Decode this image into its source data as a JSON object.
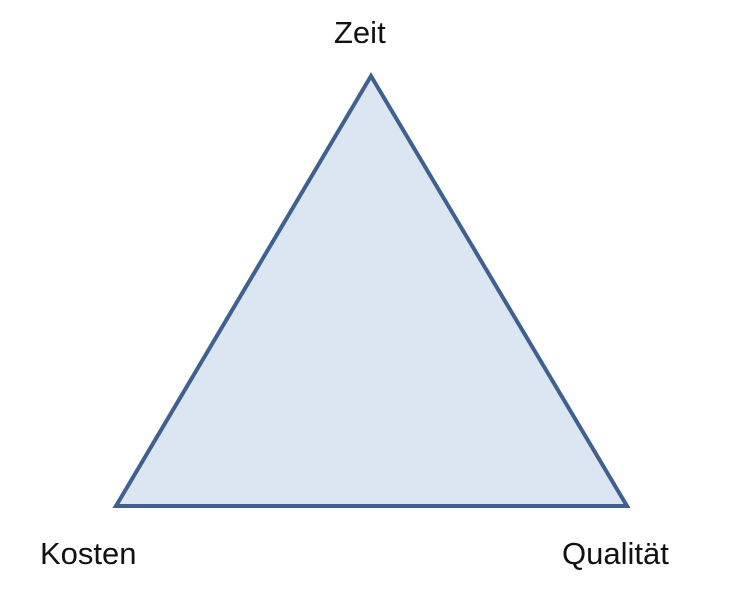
{
  "diagram": {
    "title": "Magisches Dreieck",
    "vertices": {
      "top": "Zeit",
      "bottom_left": "Kosten",
      "bottom_right": "Qualität"
    },
    "colors": {
      "fill": "#dce6f2",
      "stroke": "#3f6091",
      "text": "#111111"
    }
  }
}
